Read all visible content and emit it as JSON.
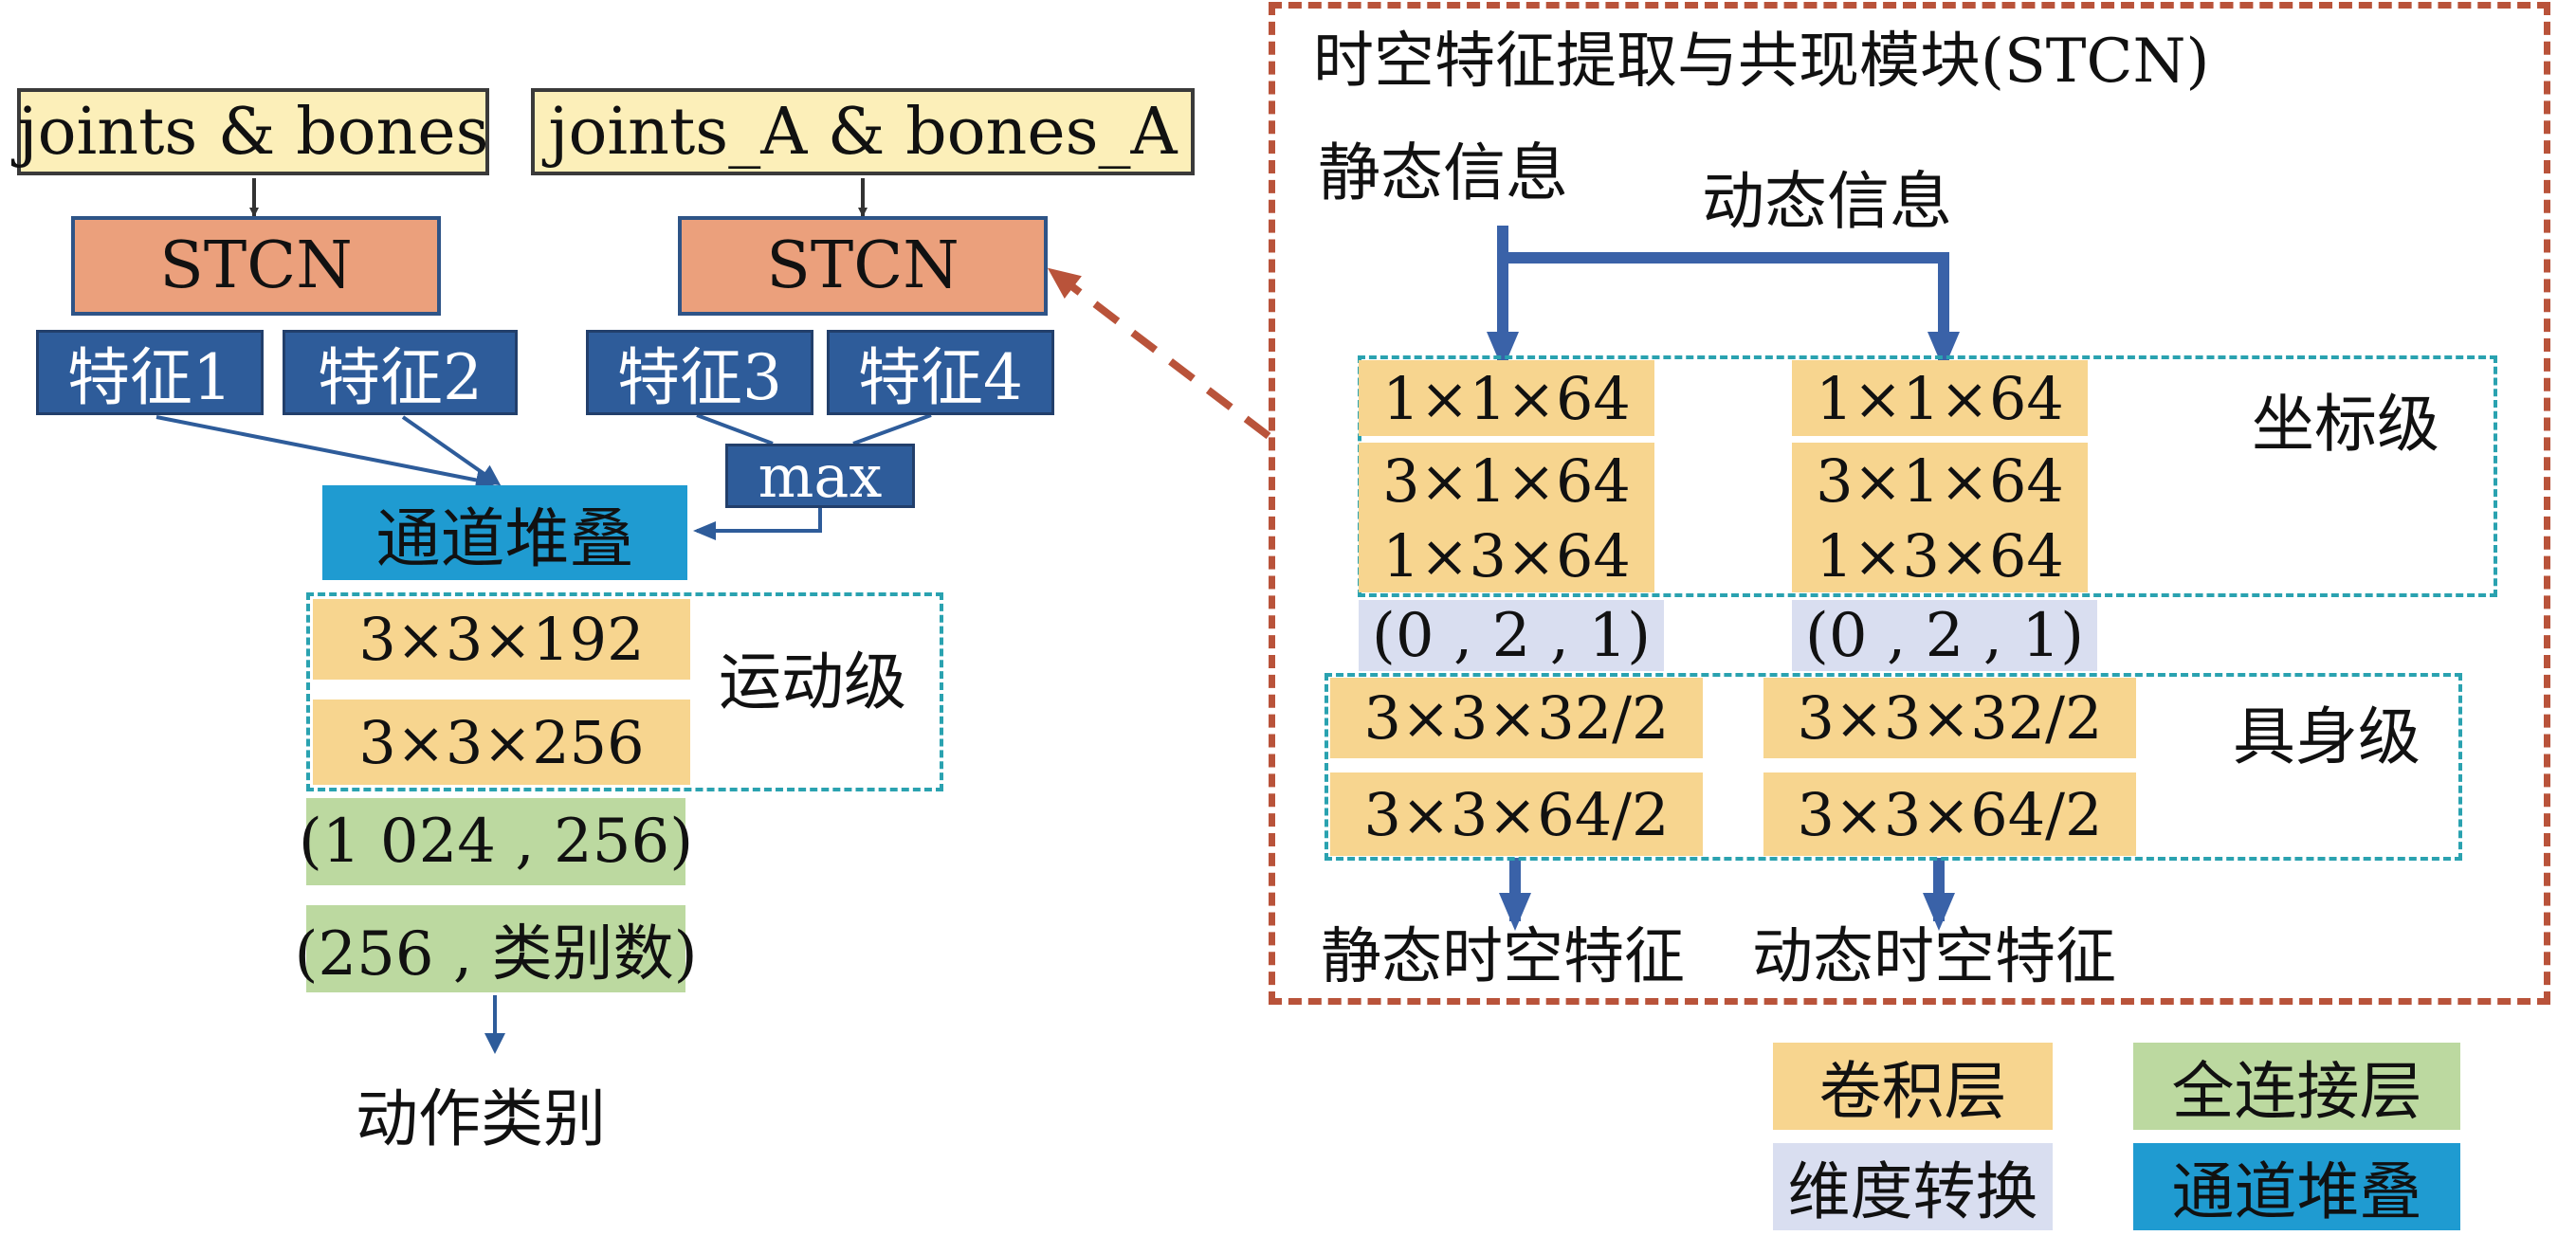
{
  "left": {
    "input1": "joints & bones",
    "input2": "joints_A & bones_A",
    "stcn1": "STCN",
    "stcn2": "STCN",
    "features": [
      "特征1",
      "特征2",
      "特征3",
      "特征4"
    ],
    "max_label": "max",
    "channel_stack": "通道堆叠",
    "motion_layers": [
      "3×3×192",
      "3×3×256"
    ],
    "motion_label": "运动级",
    "fc_layers": [
      "(1 024 , 256)",
      "(256 , 类别数)"
    ],
    "output": "动作类别"
  },
  "module": {
    "title": "时空特征提取与共现模块(STCN)",
    "static_info": "静态信息",
    "dynamic_info": "动态信息",
    "coord_layers": [
      "1×1×64",
      "3×1×64",
      "1×3×64"
    ],
    "coord_label": "坐标级",
    "transpose": "(0 , 2 , 1)",
    "body_layers": [
      "3×3×32/2",
      "3×3×64/2"
    ],
    "body_label": "具身级",
    "static_out": "静态时空特征",
    "dynamic_out": "动态时空特征"
  },
  "legend": {
    "conv": "卷积层",
    "fc": "全连接层",
    "dim": "维度转换",
    "stack": "通道堆叠"
  },
  "colors": {
    "input": "#fcefb9",
    "stcn": "#eba07c",
    "feature": "#2e5c9a",
    "channel_stack": "#1f9bd1",
    "conv": "#f7d58f",
    "fc": "#bcd9a0",
    "dim": "#d9def0",
    "module_border": "#b9533a",
    "level_border": "#2aa2b0"
  }
}
